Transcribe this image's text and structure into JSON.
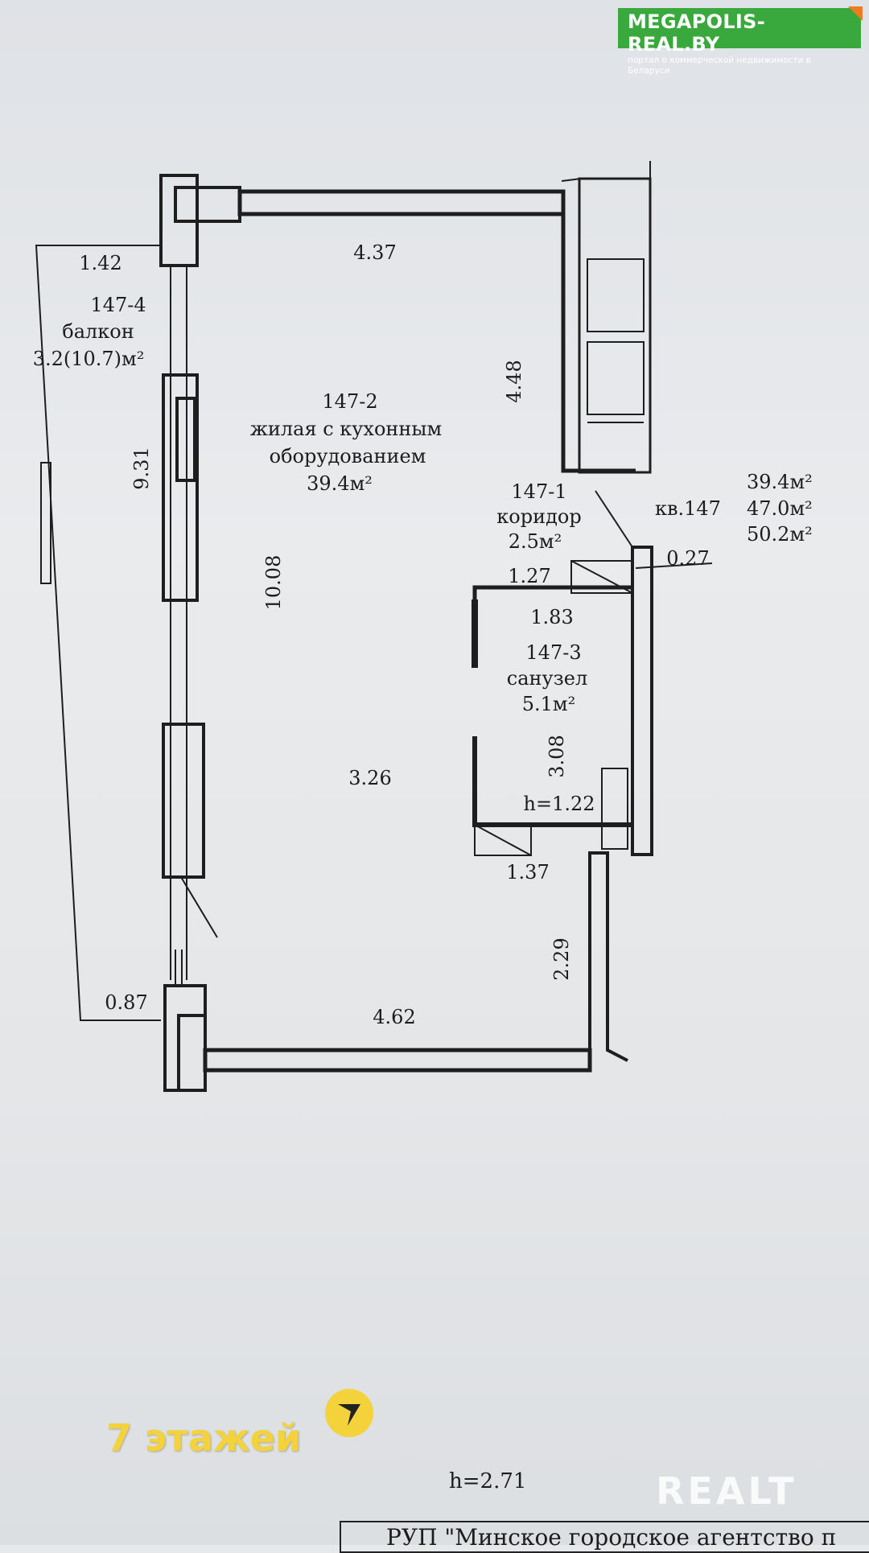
{
  "brand": {
    "title": "MEGAPOLIS-REAL.BY",
    "subtitle": "портал о коммерческой недвижимости в Беларуси"
  },
  "rooms": {
    "balcony": {
      "id": "147-4",
      "name": "балкон",
      "area": "3.2(10.7)м²"
    },
    "living": {
      "id": "147-2",
      "name_line1": "жилая с кухонным",
      "name_line2": "оборудованием",
      "area": "39.4м²"
    },
    "corridor": {
      "id": "147-1",
      "name": "коридор",
      "area": "2.5м²"
    },
    "bathroom": {
      "id": "147-3",
      "name": "санузел",
      "area": "5.1м²"
    }
  },
  "dimensions": {
    "balcony_width": "1.42",
    "balcony_length": "9.31",
    "balcony_end": "0.87",
    "top_wall": "4.37",
    "right_upper": "4.48",
    "room_length": "10.08",
    "room_inner": "3.26",
    "bottom_wall": "4.62",
    "corridor_width": "1.27",
    "wall_thickness": "0.27",
    "bath_width": "1.83",
    "bath_length": "3.08",
    "bath_bottom": "1.37",
    "lower_right": "2.29",
    "bath_height": "h=1.22"
  },
  "apartment": {
    "label": "кв.147",
    "area_living": "39.4м²",
    "area_total": "47.0м²",
    "area_with_balcony": "50.2м²"
  },
  "overlay": {
    "floors": "7 этажей",
    "floor_badge_icon": "arrow-down-icon",
    "watermark": "REALT",
    "ceiling_height": "h=2.71",
    "stamp": "РУП \"Минское городское агентство п"
  }
}
